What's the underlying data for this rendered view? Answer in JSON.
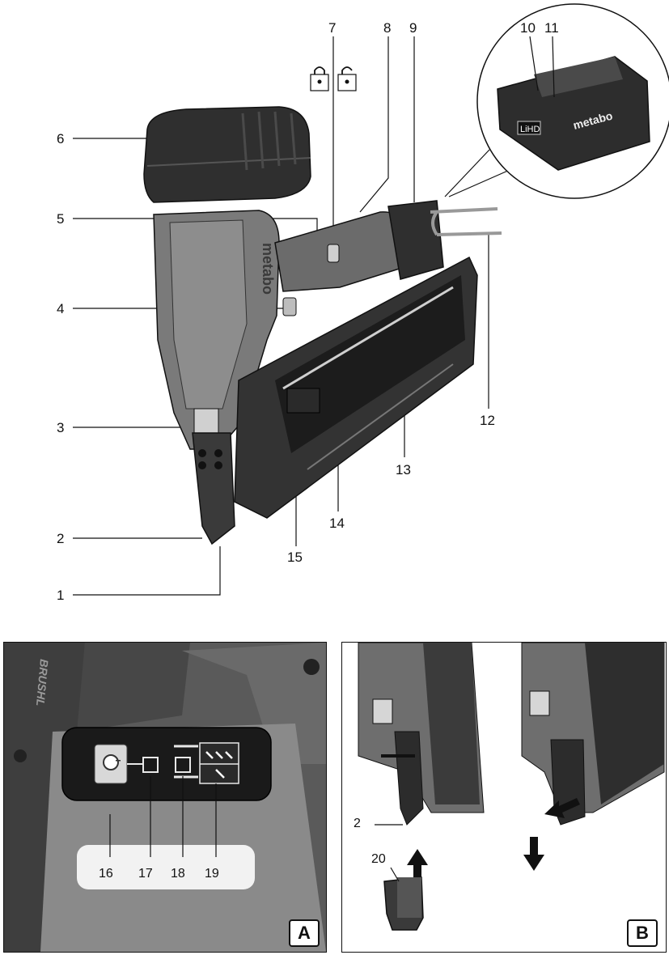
{
  "main_figure": {
    "callouts": {
      "c1": "1",
      "c2": "2",
      "c3": "3",
      "c4": "4",
      "c5": "5",
      "c6": "6",
      "c7": "7",
      "c8": "8",
      "c9": "9",
      "c10": "10",
      "c11": "11",
      "c12": "12",
      "c13": "13",
      "c14": "14",
      "c15": "15"
    },
    "brand_text": "metabo",
    "battery": {
      "brand_text": "metabo",
      "hd_badge": "LiHD"
    },
    "icons": [
      "padlock-closed-icon",
      "padlock-open-icon"
    ]
  },
  "panel_a": {
    "tag": "A",
    "side_text": "BRUSHL",
    "callouts": {
      "c16": "16",
      "c17": "17",
      "c18": "18",
      "c19": "19"
    }
  },
  "panel_b": {
    "tag": "B",
    "callouts": {
      "c2": "2",
      "c20": "20"
    }
  },
  "colors": {
    "line": "#111111",
    "tool_dark": "#2b2b2b",
    "tool_mid": "#6f6f6f",
    "tool_light": "#bdbdbd"
  }
}
